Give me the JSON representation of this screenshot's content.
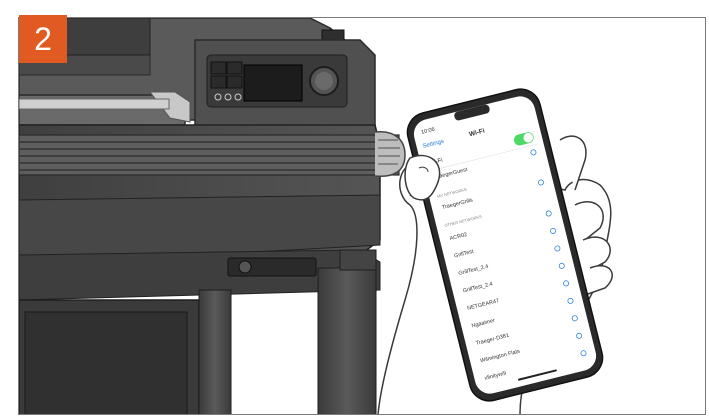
{
  "step": {
    "number": "2"
  },
  "colors": {
    "badge": "#e05a22",
    "grill_body": "#4a4a4a",
    "phone_frame": "#2a2a2a",
    "toggle_on": "#4cd964"
  },
  "phone": {
    "status_time": "10:06",
    "header_back": "Settings",
    "header_title": "Wi-Fi",
    "wifi_label": "Wi-Fi",
    "connected_network": "TraegerGuest",
    "my_networks_header": "MY NETWORKS",
    "my_networks": [
      "TraegerGrills"
    ],
    "other_networks_header": "OTHER NETWORKS",
    "other_networks": [
      "ACR02",
      "GrillTest",
      "GrillTest_2.4",
      "GrillTest_2.4",
      "NETGEAR47",
      "Ngaaimer",
      "Traeger-D381",
      "Wilmington Flats",
      "xfinitywifi"
    ]
  }
}
